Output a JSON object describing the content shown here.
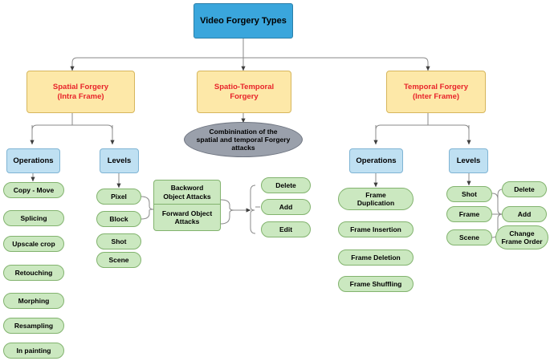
{
  "diagram": {
    "title": "Video Forgery Types taxonomy",
    "colors": {
      "root_fill": "#3aa6dc",
      "level2_fill": "#fde8a8",
      "level2_text": "#e8232a",
      "category_fill": "#bfe0f2",
      "leaf_fill": "#cbe8c0",
      "ellipse_fill": "#9aa0ab",
      "edge": "#8a8a8a",
      "background": "#ffffff"
    },
    "root": {
      "label": "Video Forgery Types"
    },
    "branches": {
      "spatial": {
        "label": "Spatial Forgery\n(Intra Frame)",
        "operations_label": "Operations",
        "levels_label": "Levels",
        "operations": [
          "Copy - Move",
          "Splicing",
          "Upscale crop",
          "Retouching",
          "Morphing",
          "Resampling",
          "In painting"
        ],
        "levels": [
          "Pixel",
          "Block",
          "Shot",
          "Scene"
        ]
      },
      "spatio_temporal": {
        "label": "Spatio-Temporal\nForgery",
        "result": "Combinination of the\nspatial and temporal Forgery\nattacks",
        "attacks": [
          "Backword\nObject Attacks",
          "Forward Object\nAttacks"
        ],
        "actions": [
          "Delete",
          "Add",
          "Edit"
        ]
      },
      "temporal": {
        "label": "Temporal Forgery\n(Inter Frame)",
        "operations_label": "Operations",
        "levels_label": "Levels",
        "operations": [
          "Frame\nDuplication",
          "Frame Insertion",
          "Frame Deletion",
          "Frame Shuffling"
        ],
        "levels": [
          "Shot",
          "Frame",
          "Scene"
        ],
        "actions": [
          "Delete",
          "Add",
          "Change\nFrame Order"
        ]
      }
    }
  }
}
